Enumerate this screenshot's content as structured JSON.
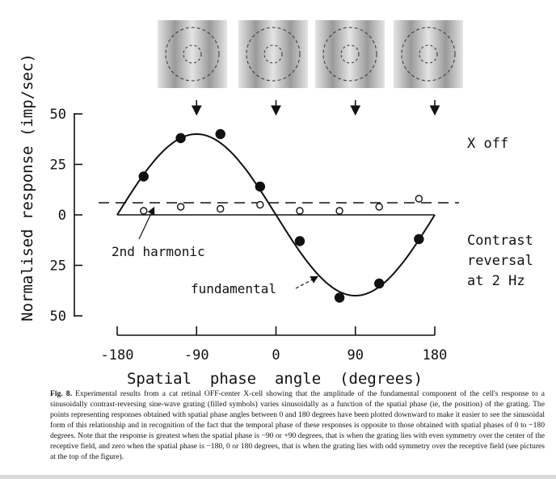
{
  "chart_data": {
    "type": "scatter",
    "title": "",
    "xlabel": "Spatial  phase  angle  (degrees)",
    "ylabel": "Normalised  response  (imp/sec)",
    "xlim": [
      -180,
      180
    ],
    "ylim": [
      -50,
      50
    ],
    "xticks": [
      "-180",
      "-90",
      "0",
      "90",
      "180"
    ],
    "yticks": [
      "50",
      "25",
      "0",
      "25",
      "50"
    ],
    "grid": false,
    "series": [
      {
        "name": "fundamental",
        "marker": "filled-circle",
        "x": [
          -150,
          -108,
          -63,
          -18,
          27,
          72,
          117,
          162
        ],
        "y": [
          19,
          38,
          40,
          14,
          -13,
          -41,
          -34,
          -12
        ]
      },
      {
        "name": "2nd harmonic",
        "marker": "open-circle",
        "x": [
          -150,
          -108,
          -63,
          -18,
          27,
          72,
          117,
          162
        ],
        "y": [
          2,
          4,
          3,
          5,
          2,
          2,
          4,
          8
        ]
      }
    ],
    "fit_curve": {
      "type": "sine",
      "amplitude": 40,
      "peak_at_deg": -90,
      "x": [
        -180,
        180
      ]
    },
    "harmonic_level": 6,
    "annotations": {
      "cell": "X off",
      "stimulus_line1": "Contrast",
      "stimulus_line2": "reversal",
      "stimulus_line3": "at 2 Hz"
    },
    "grating_pictures_at_deg": [
      -90,
      0,
      90,
      180
    ]
  },
  "caption": {
    "label": "Fig. 8.",
    "text": " Experimental results from a cat retinal OFF-center X-cell showing that the amplitude of the fundamental component of the cell's response to a sinusoidally contrast-reversing sine-wave grating (filled symbols) varies sinusoidally as a function of the spatial phase (ie, the position) of the grating. The points representing responses obtained with spatial phase angles between 0 and 180 degrees have been plotted downward to make it easier to see the sinusoidal form of this relationship and in recognition of the fact that the temporal phase of these responses is opposite to those obtained with spatial phases of 0 to −180 degrees. Note that the response is greatest when the spatial phase is −90 or +90 degrees, that is when the grating lies with even symmetry over the center of the receptive field, and zero when the spatial phase is −180, 0 or 180 degrees, that is when the grating lies with odd symmetry over the receptive field (see pictures at the top of the figure)."
  }
}
